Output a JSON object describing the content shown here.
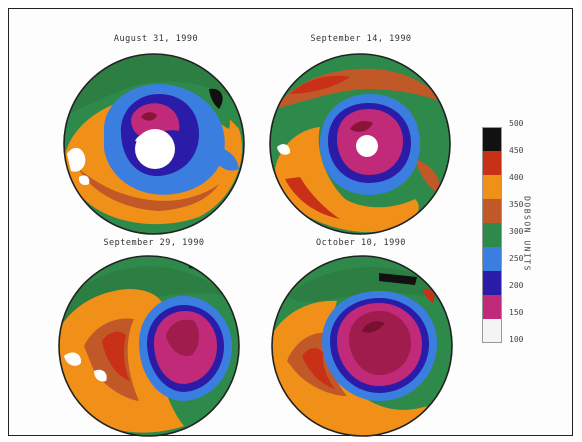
{
  "maps": [
    {
      "title": "August 31, 1990"
    },
    {
      "title": "September 14, 1990"
    },
    {
      "title": "September 29, 1990"
    },
    {
      "title": "October 10, 1990"
    }
  ],
  "colorbar": {
    "units_label": "DOBSON UNITS",
    "ticks": [
      "500",
      "450",
      "400",
      "350",
      "300",
      "250",
      "200",
      "150",
      "100"
    ],
    "colors": [
      "#111111",
      "#c83018",
      "#f09018",
      "#c05828",
      "#2e8a4a",
      "#3a7fe0",
      "#2a1ca8",
      "#c02a78",
      "#f4f4f4"
    ]
  }
}
